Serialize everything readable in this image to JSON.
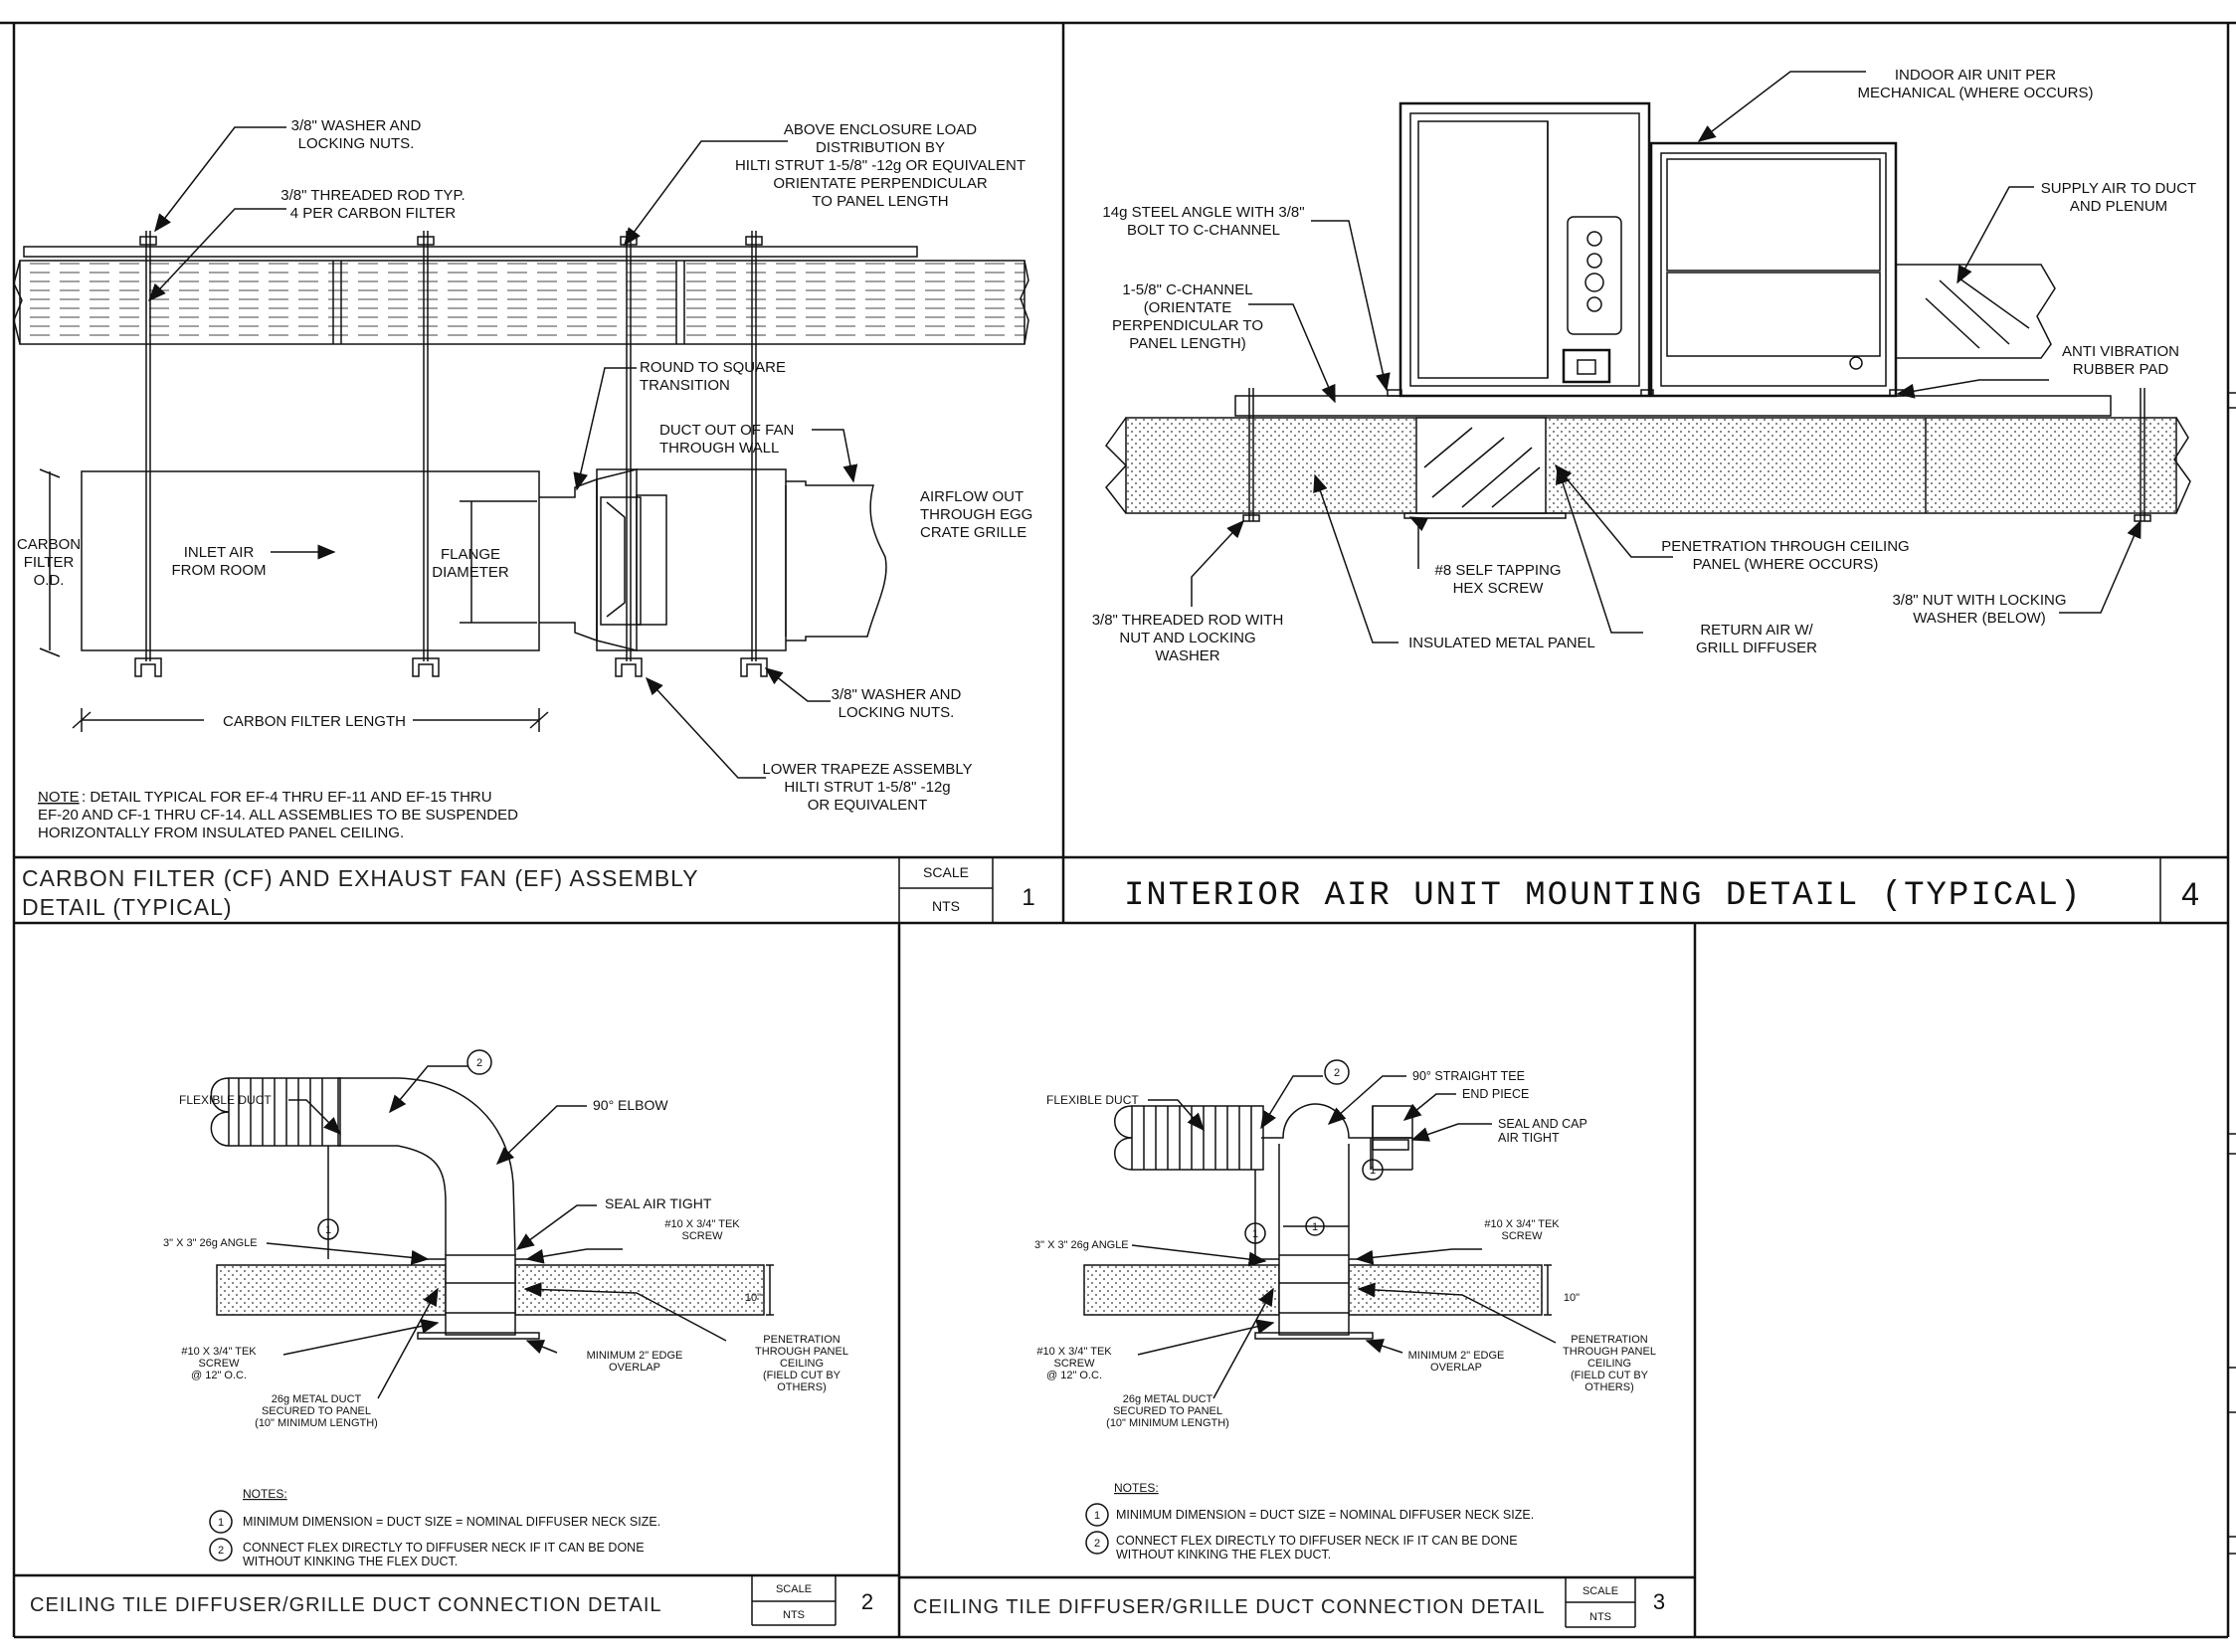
{
  "detail1": {
    "callouts": {
      "washer_top_1": "3/8\" WASHER AND",
      "washer_top_2": "LOCKING NUTS.",
      "rod_1": "3/8\" THREADED ROD TYP.",
      "rod_2": "4 PER CARBON FILTER",
      "strut_1": "ABOVE ENCLOSURE LOAD",
      "strut_2": "DISTRIBUTION BY",
      "strut_3": "HILTI STRUT 1-5/8\" -12g OR EQUIVALENT",
      "strut_4": "ORIENTATE PERPENDICULAR",
      "strut_5": "TO PANEL LENGTH",
      "transition_1": "ROUND TO SQUARE",
      "transition_2": "TRANSITION",
      "duct_out_1": "DUCT OUT OF FAN",
      "duct_out_2": "THROUGH WALL",
      "airflow_1": "AIRFLOW OUT",
      "airflow_2": "THROUGH EGG",
      "airflow_3": "CRATE GRILLE",
      "carbon_od_1": "CARBON",
      "carbon_od_2": "FILTER",
      "carbon_od_3": "O.D.",
      "inlet_1": "INLET AIR",
      "inlet_2": "FROM ROOM",
      "flange_1": "FLANGE",
      "flange_2": "DIAMETER",
      "washer_bot_1": "3/8\" WASHER AND",
      "washer_bot_2": "LOCKING NUTS.",
      "length": "CARBON FILTER LENGTH",
      "trapeze_1": "LOWER TRAPEZE ASSEMBLY",
      "trapeze_2": "HILTI STRUT 1-5/8\" -12g",
      "trapeze_3": "OR EQUIVALENT",
      "note_label": "NOTE",
      "note_1": ": DETAIL TYPICAL FOR EF-4 THRU EF-11 AND EF-15 THRU",
      "note_2": "EF-20 AND CF-1 THRU CF-14. ALL ASSEMBLIES TO BE SUSPENDED",
      "note_3": "HORIZONTALLY FROM INSULATED PANEL CEILING."
    },
    "title_1": "CARBON FILTER (CF) AND EXHAUST FAN (EF) ASSEMBLY",
    "title_2": "DETAIL (TYPICAL)",
    "scale_label": "SCALE",
    "scale_value": "NTS",
    "number": "1"
  },
  "detail4": {
    "callouts": {
      "indoor_1": "INDOOR AIR UNIT PER",
      "indoor_2": "MECHANICAL (WHERE OCCURS)",
      "supply_1": "SUPPLY AIR TO DUCT",
      "supply_2": "AND PLENUM",
      "angle_1": "14g STEEL ANGLE WITH 3/8\"",
      "angle_2": "BOLT TO C-CHANNEL",
      "cch_1": "1-5/8\" C-CHANNEL",
      "cch_2": "(ORIENTATE",
      "cch_3": "PERPENDICULAR TO",
      "cch_4": "PANEL LENGTH)",
      "antivib_1": "ANTI VIBRATION",
      "antivib_2": "RUBBER PAD",
      "pen_1": "PENETRATION THROUGH CEILING",
      "pen_2": "PANEL (WHERE OCCURS)",
      "screw_1": "#8 SELF TAPPING",
      "screw_2": "HEX SCREW",
      "nut_1": "3/8\" NUT WITH LOCKING",
      "nut_2": "WASHER (BELOW)",
      "rod_1": "3/8\" THREADED ROD WITH",
      "rod_2": "NUT AND LOCKING",
      "rod_3": "WASHER",
      "imp": "INSULATED METAL PANEL",
      "ret_1": "RETURN AIR W/",
      "ret_2": "GRILL DIFFUSER"
    },
    "title": "INTERIOR AIR UNIT MOUNTING DETAIL (TYPICAL)",
    "number": "4"
  },
  "detail2": {
    "callouts": {
      "flex": "FLEXIBLE DUCT",
      "elbow": "90° ELBOW",
      "seal": "SEAL AIR TIGHT",
      "tek_1": "#10 X 3/4\" TEK",
      "tek_2": "SCREW",
      "angle": "3\" X 3\" 26g ANGLE",
      "depth": "10\"",
      "pen_1": "PENETRATION",
      "pen_2": "THROUGH PANEL",
      "pen_3": "CEILING",
      "pen_4": "(FIELD CUT BY",
      "pen_5": "OTHERS)",
      "tekoc_1": "#10 X 3/4\" TEK",
      "tekoc_2": "SCREW",
      "tekoc_3": "@ 12\" O.C.",
      "overlap_1": "MINIMUM 2\" EDGE",
      "overlap_2": "OVERLAP",
      "metal_1": "26g METAL DUCT",
      "metal_2": "SECURED TO PANEL",
      "metal_3": "(10\" MINIMUM LENGTH)"
    },
    "notes_label": "NOTES:",
    "note_1": "MINIMUM DIMENSION  = DUCT SIZE = NOMINAL DIFFUSER NECK SIZE.",
    "note_2a": "CONNECT FLEX DIRECTLY TO DIFFUSER NECK IF IT CAN BE DONE",
    "note_2b": "WITHOUT KINKING THE FLEX DUCT.",
    "title": "CEILING TILE DIFFUSER/GRILLE DUCT CONNECTION DETAIL",
    "scale_label": "SCALE",
    "scale_value": "NTS",
    "number": "2"
  },
  "detail3": {
    "callouts": {
      "flex": "FLEXIBLE DUCT",
      "tee": "90° STRAIGHT TEE",
      "end": "END PIECE",
      "seal_1": "SEAL AND CAP",
      "seal_2": "AIR TIGHT",
      "tek_1": "#10 X 3/4\" TEK",
      "tek_2": "SCREW",
      "angle": "3\" X 3\" 26g ANGLE",
      "depth": "10\"",
      "pen_1": "PENETRATION",
      "pen_2": "THROUGH PANEL",
      "pen_3": "CEILING",
      "pen_4": "(FIELD CUT BY",
      "pen_5": "OTHERS)",
      "tekoc_1": "#10 X 3/4\" TEK",
      "tekoc_2": "SCREW",
      "tekoc_3": "@ 12\" O.C.",
      "overlap_1": "MINIMUM 2\" EDGE",
      "overlap_2": "OVERLAP",
      "metal_1": "26g METAL DUCT",
      "metal_2": "SECURED TO PANEL",
      "metal_3": "(10\" MINIMUM LENGTH)"
    },
    "notes_label": "NOTES:",
    "note_1": "MINIMUM DIMENSION  = DUCT SIZE = NOMINAL DIFFUSER NECK SIZE.",
    "note_2a": "CONNECT FLEX DIRECTLY TO DIFFUSER NECK IF IT CAN BE DONE",
    "note_2b": "WITHOUT KINKING THE FLEX DUCT.",
    "title": "CEILING TILE DIFFUSER/GRILLE DUCT CONNECTION DETAIL",
    "scale_label": "SCALE",
    "scale_value": "NTS",
    "number": "3"
  },
  "markers": {
    "one": "1",
    "two": "2"
  }
}
